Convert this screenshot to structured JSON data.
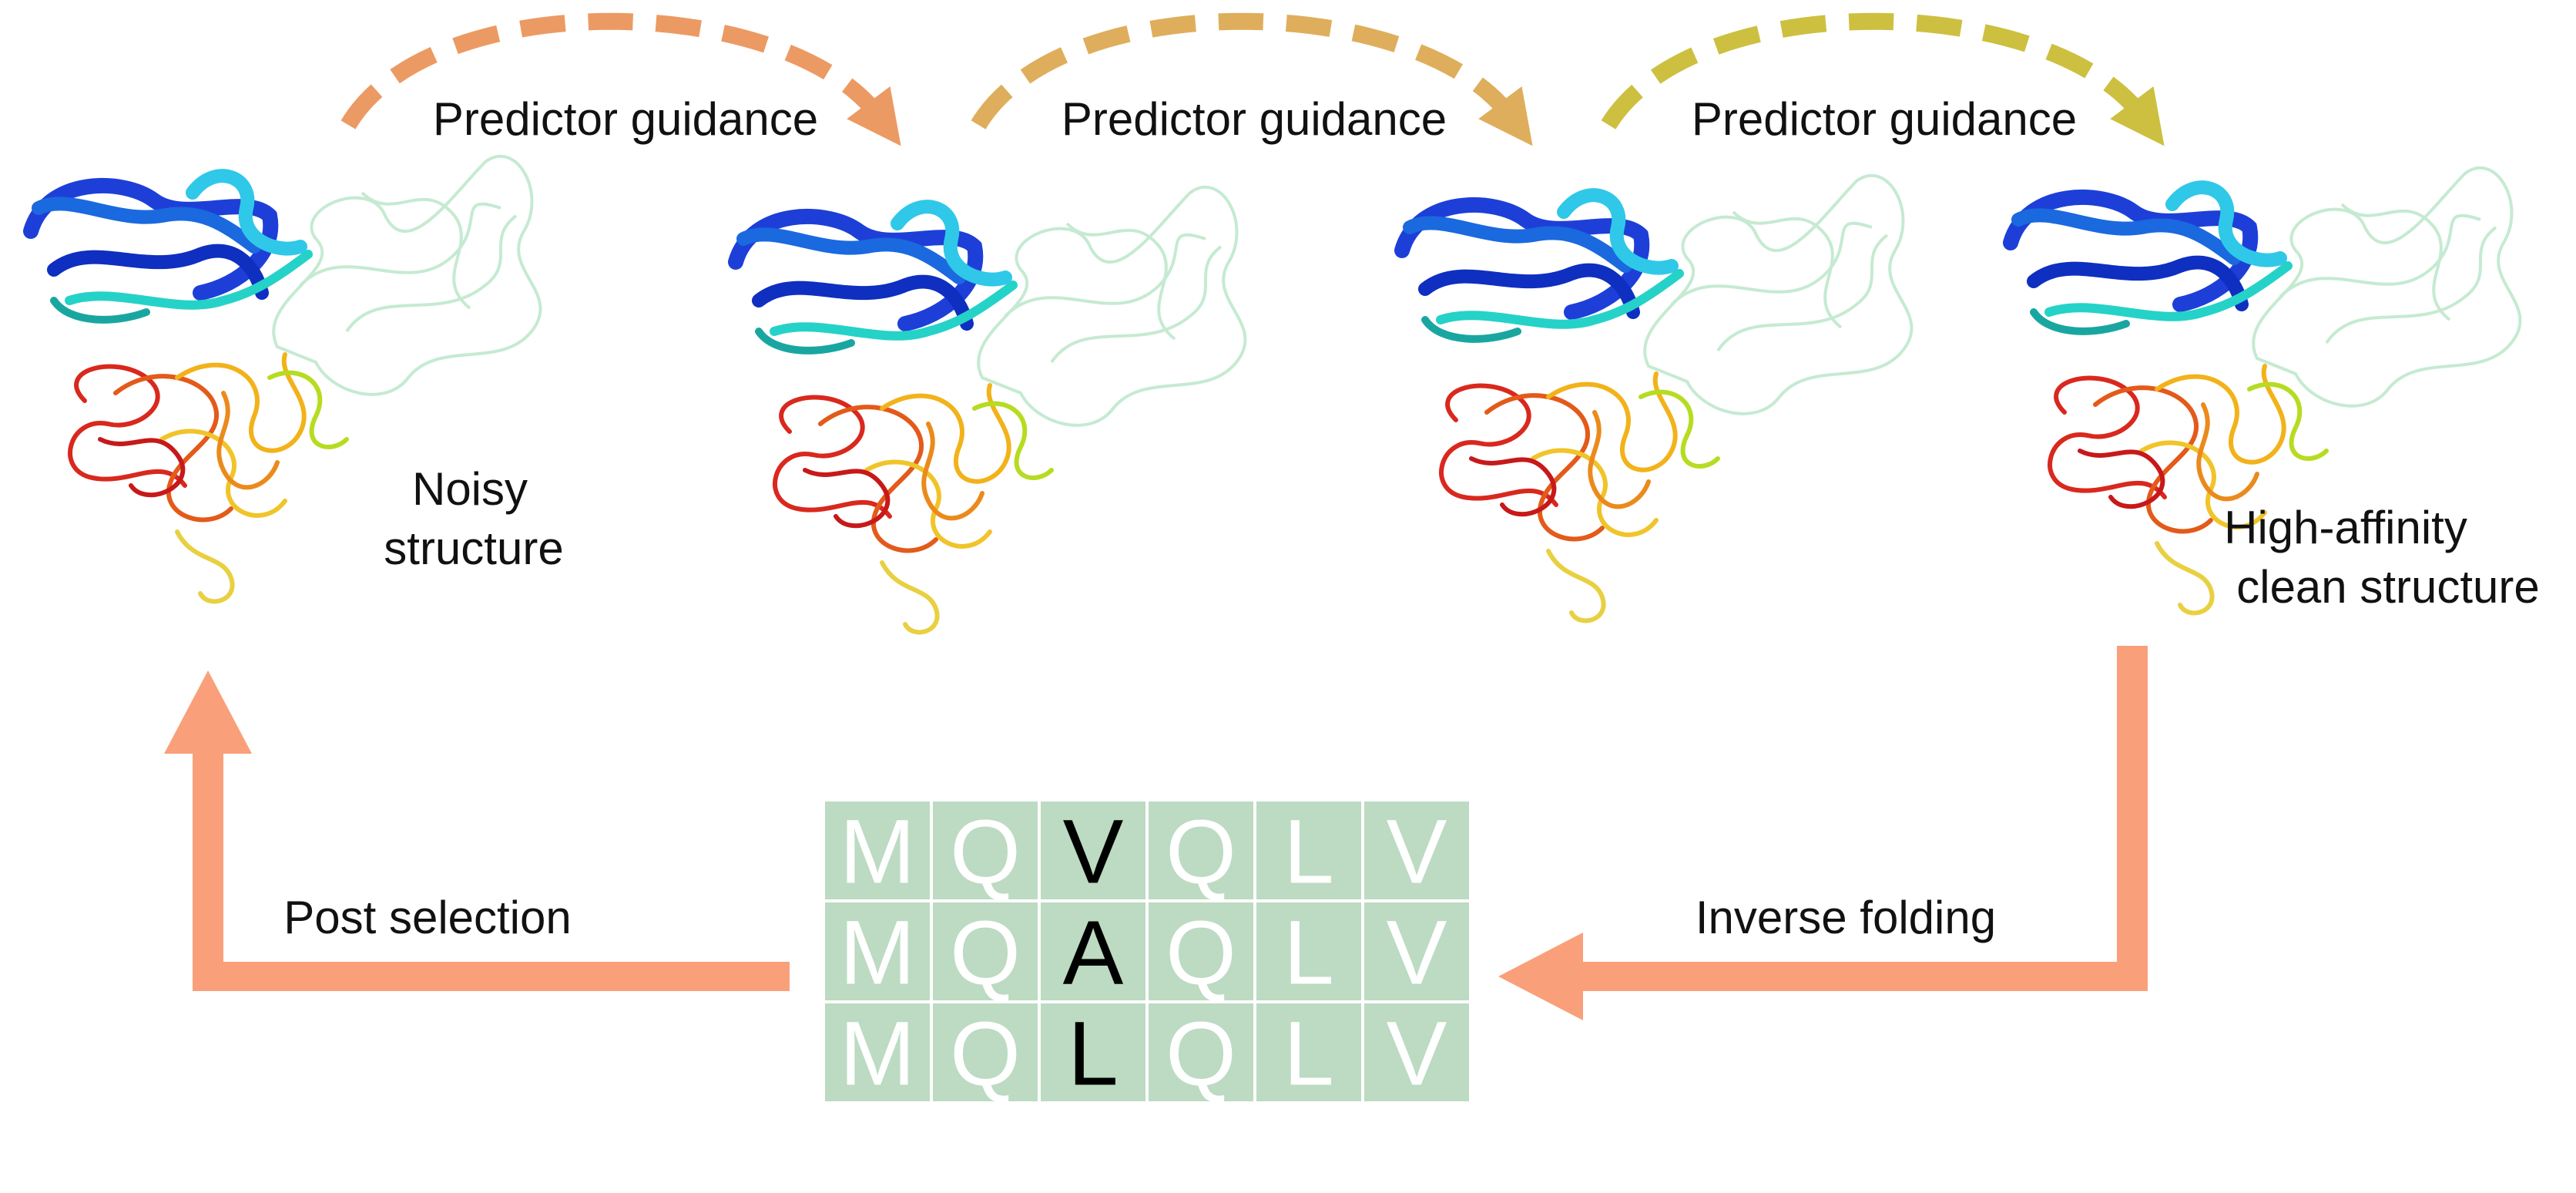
{
  "guidance_steps": [
    {
      "label": "Predictor guidance",
      "color": "#ec9a63"
    },
    {
      "label": "Predictor guidance",
      "color": "#dfae5c"
    },
    {
      "label": "Predictor guidance",
      "color": "#cdc040"
    }
  ],
  "structures": [
    {
      "label_lines": [
        "Noisy",
        "structure"
      ]
    },
    {
      "label_lines": []
    },
    {
      "label_lines": []
    },
    {
      "label_lines": [
        "High-affinity",
        "clean structure"
      ]
    }
  ],
  "loop": {
    "inverse_folding_label": "Inverse folding",
    "post_selection_label": "Post selection",
    "arrow_color": "#f9a07a"
  },
  "sequence_grid": {
    "rows": [
      [
        "M",
        "Q",
        "V",
        "Q",
        "L",
        "V"
      ],
      [
        "M",
        "Q",
        "A",
        "Q",
        "L",
        "V"
      ],
      [
        "M",
        "Q",
        "L",
        "Q",
        "L",
        "V"
      ]
    ],
    "highlight_column": 2,
    "cell_color": "#bcdbc2",
    "letter_color": "#ffffff",
    "highlight_letter_color": "#000000"
  }
}
